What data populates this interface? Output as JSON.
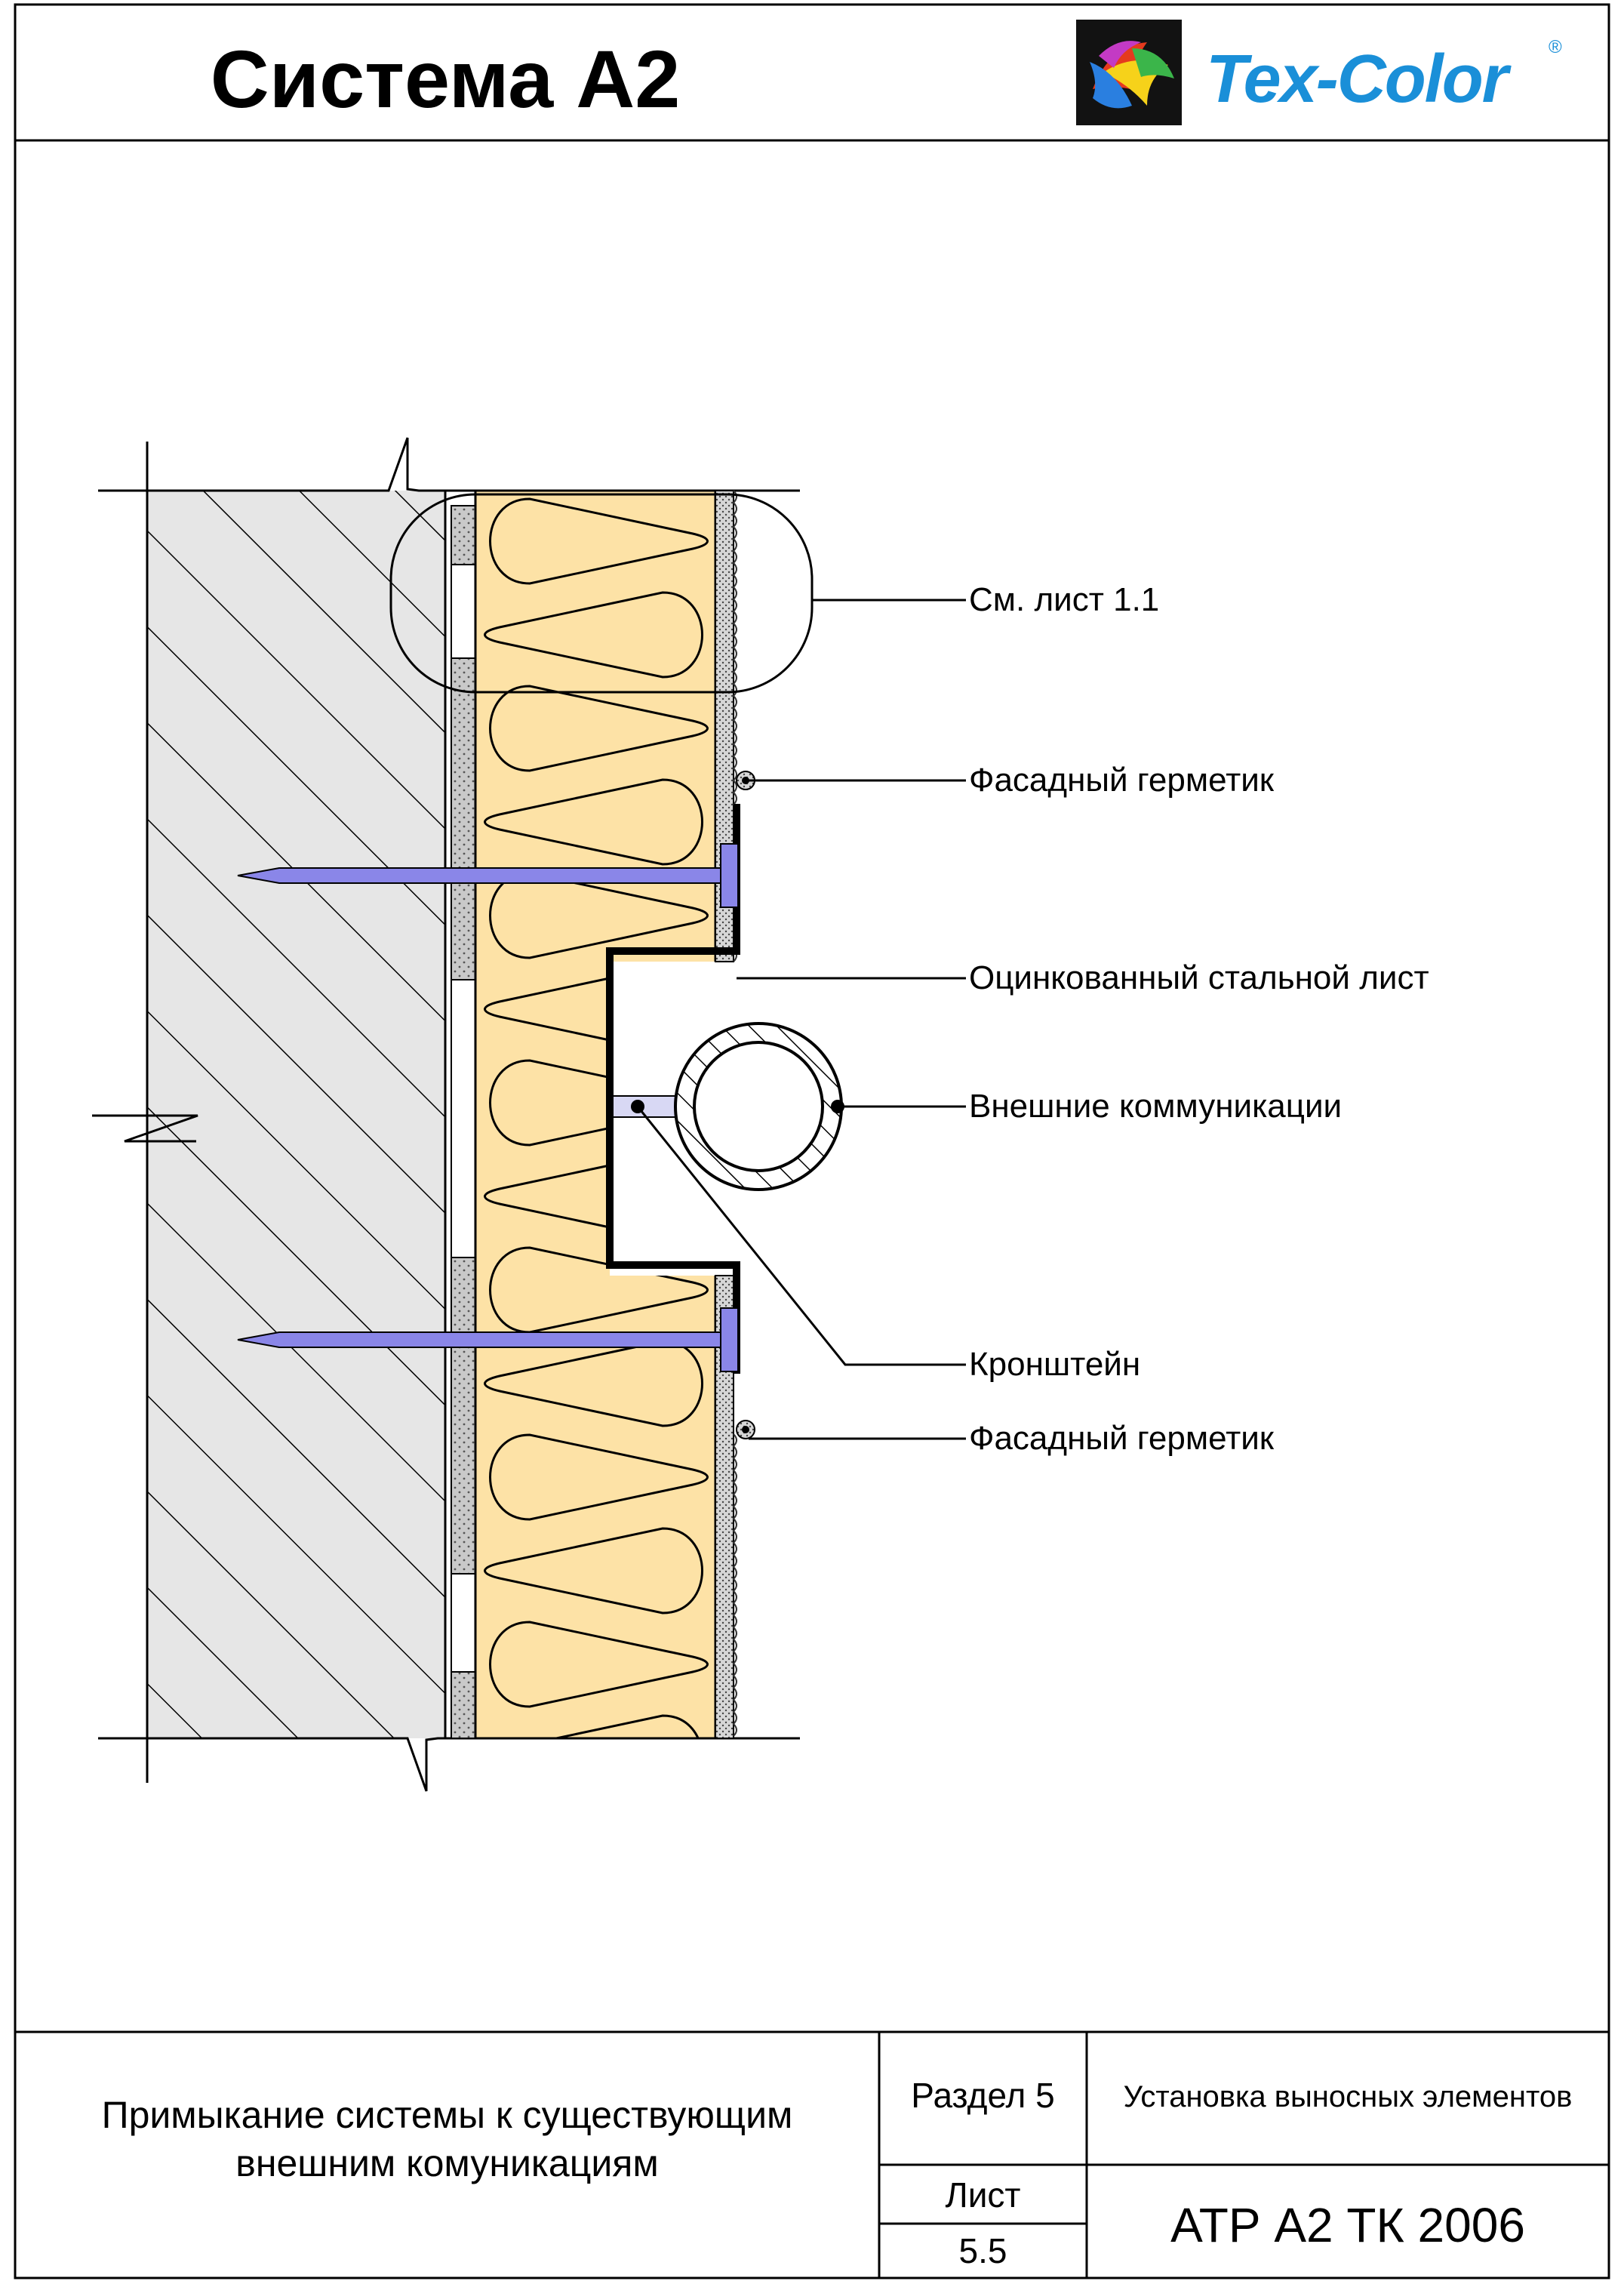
{
  "header": {
    "title": "Система А2",
    "logo_text": "Tex-Color",
    "logo_reg": "®"
  },
  "callouts": {
    "see_sheet": "См. лист 1.1",
    "sealant_top": "Фасадный герметик",
    "steel_sheet": "Оцинкованный стальной лист",
    "communications": "Внешние коммуникации",
    "bracket": "Кронштейн",
    "sealant_bottom": "Фасадный герметик"
  },
  "title_block": {
    "description_line1": "Примыкание системы к существующим",
    "description_line2": "внешним комуникациям",
    "section_label": "Раздел 5",
    "section_name": "Установка выносных элементов",
    "sheet_label": "Лист",
    "sheet_number": "5.5",
    "doc_code": "АТР А2 ТК 2006"
  },
  "colors": {
    "insulation": "#fde2a6",
    "concrete": "#e6e6e6",
    "adhesive": "#c8c8c8",
    "anchor": "#8a86e8",
    "logo_blue": "#1a8fd8"
  },
  "icons": {
    "logo": "tex-color-logo-icon"
  }
}
